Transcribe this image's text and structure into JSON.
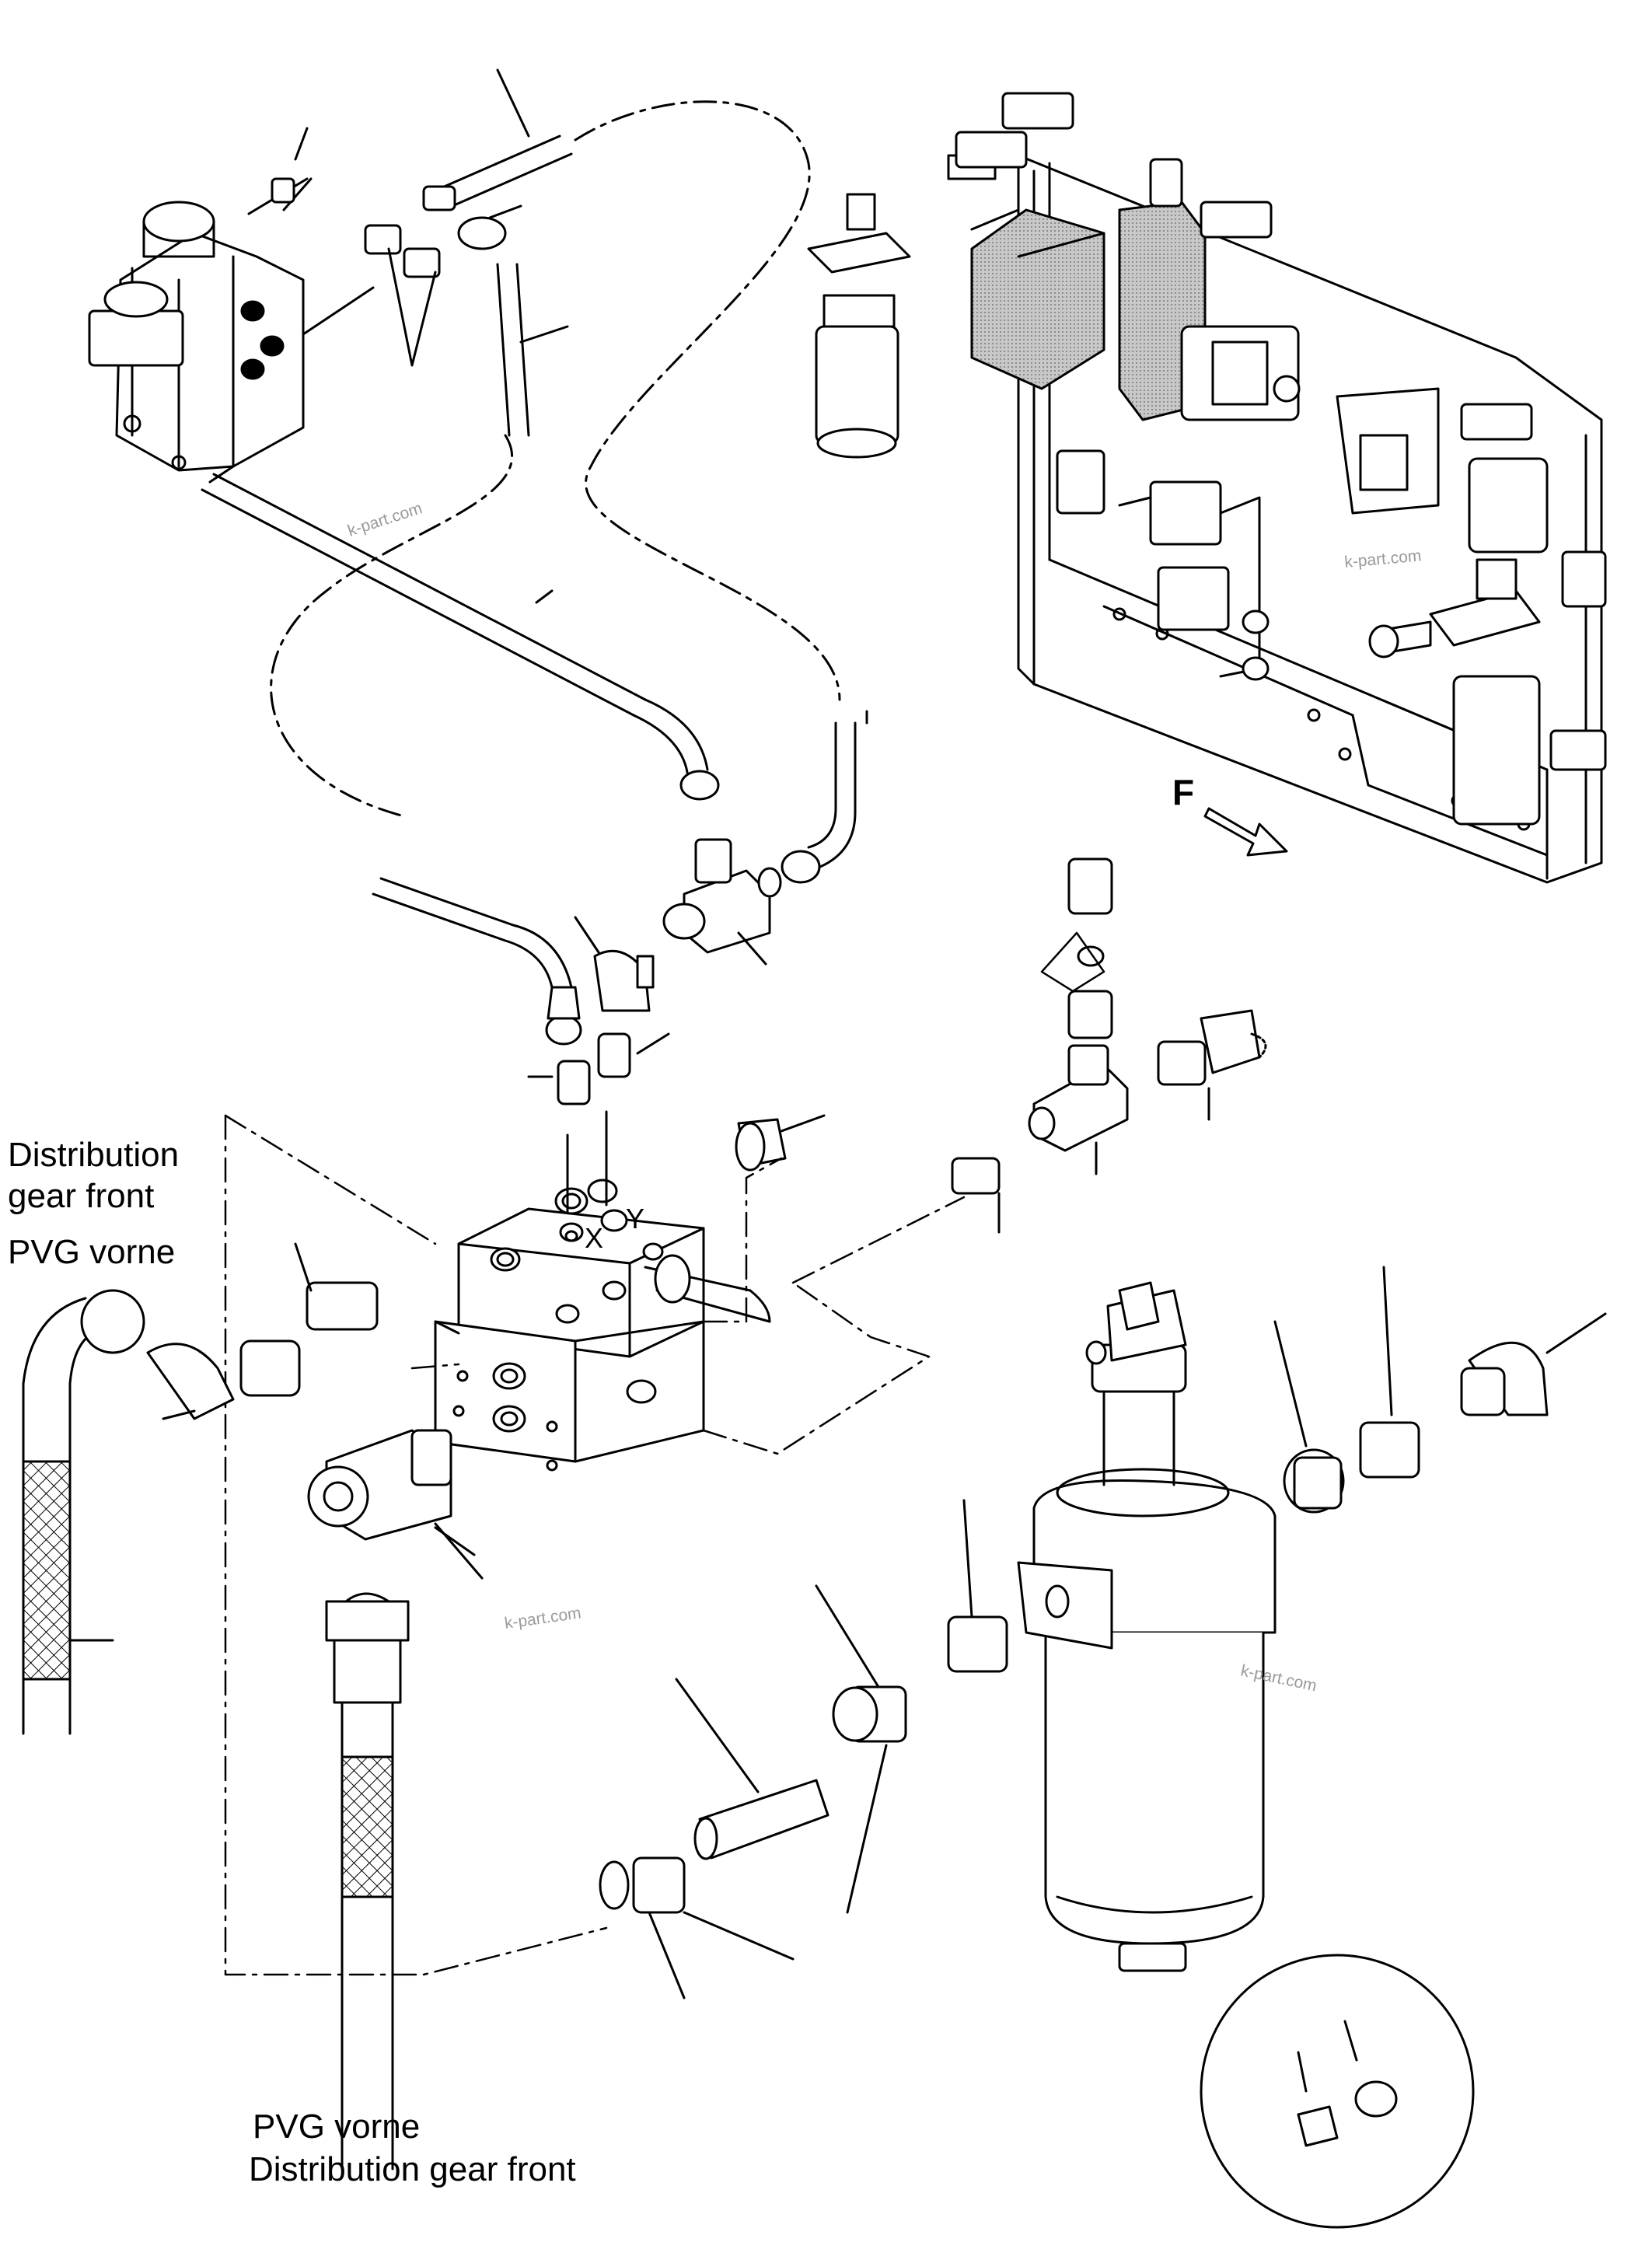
{
  "labels": {
    "distribution_front_line1": "Distribution",
    "distribution_front_line2": "gear front",
    "pvg_vorne_top": "PVG vorne",
    "pvg_vorne_bottom": "PVG vorne",
    "distribution_bottom": "Distribution gear front",
    "port_x": "X",
    "port_y": "Y",
    "direction": "F"
  },
  "watermarks": [
    "k-part.com",
    "k-part.com",
    "k-part.com",
    "k-part.com"
  ],
  "colors": {
    "ink": "#000000",
    "shade": "#b8b8b8",
    "watermark": "#9a9a9a"
  }
}
